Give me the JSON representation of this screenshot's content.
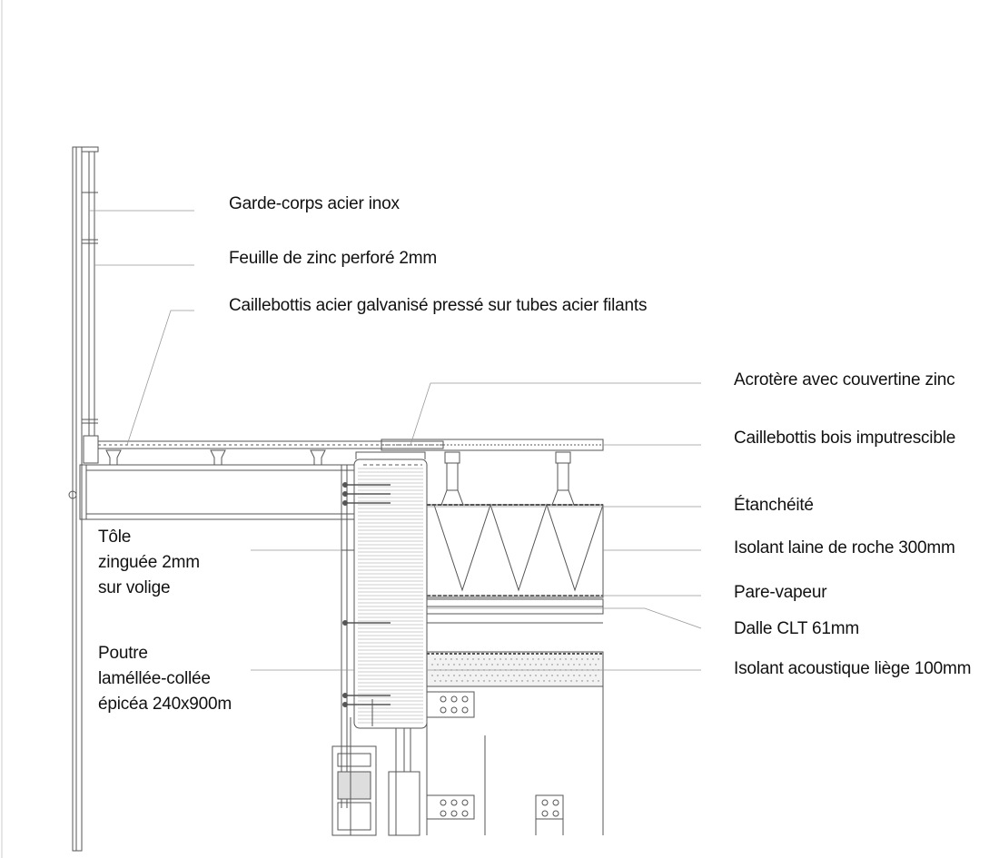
{
  "labels_right_upper": [
    "Garde-corps acier inox",
    "Feuille de zinc perforé 2mm",
    "Caillebottis acier galvanisé pressé sur tubes acier filants"
  ],
  "labels_right": [
    "Acrotère avec couvertine zinc",
    "Caillebottis bois imputrescible",
    "Étanchéité",
    "Isolant laine de roche 300mm",
    "Pare-vapeur",
    "Dalle CLT 61mm",
    "Isolant acoustique  liège 100mm"
  ],
  "label_tole": [
    "Tôle",
    "zinguée 2mm",
    "sur volige"
  ],
  "label_poutre": [
    "Poutre",
    "laméllée-collée",
    "épicéa 240x900m"
  ],
  "colors": {
    "line": "#555555",
    "leader": "#999999",
    "text": "#111111"
  }
}
